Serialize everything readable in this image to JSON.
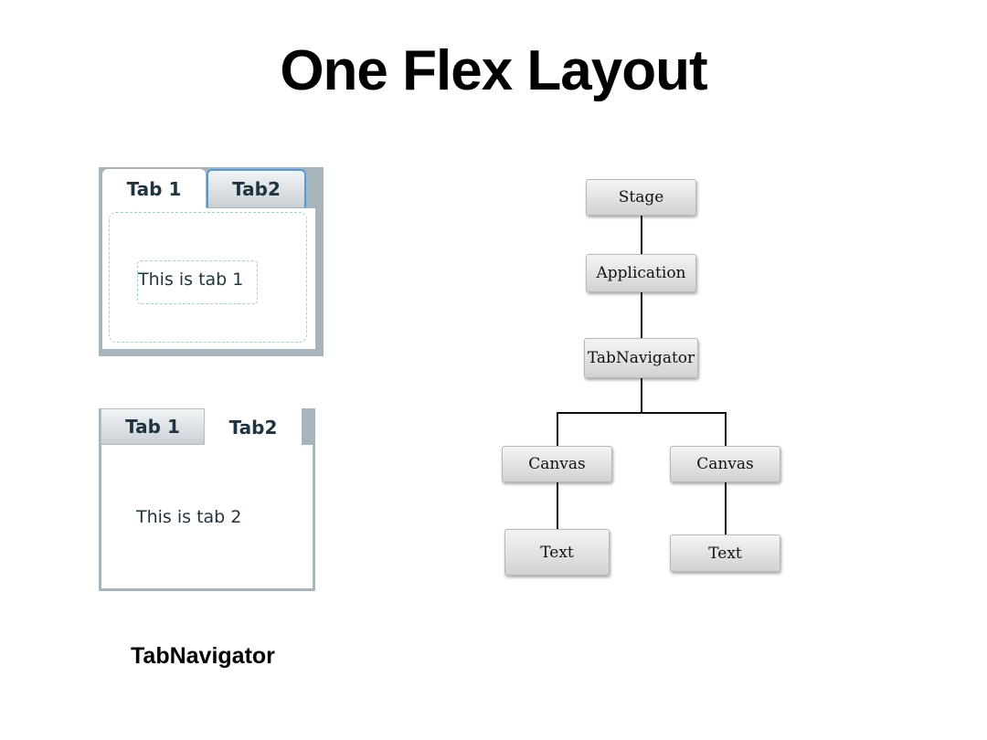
{
  "title": "One Flex Layout",
  "caption": "TabNavigator",
  "example_1": {
    "tabs": [
      "Tab 1",
      "Tab2"
    ],
    "active_tab": "Tab 1",
    "content": "This is tab 1"
  },
  "example_2": {
    "tabs": [
      "Tab 1",
      "Tab2"
    ],
    "active_tab": "Tab2",
    "content": "This is tab 2"
  },
  "tree": {
    "stage": "Stage",
    "application": "Application",
    "tabnavigator": "TabNavigator",
    "canvas_left": "Canvas",
    "canvas_right": "Canvas",
    "text_left": "Text",
    "text_right": "Text"
  }
}
